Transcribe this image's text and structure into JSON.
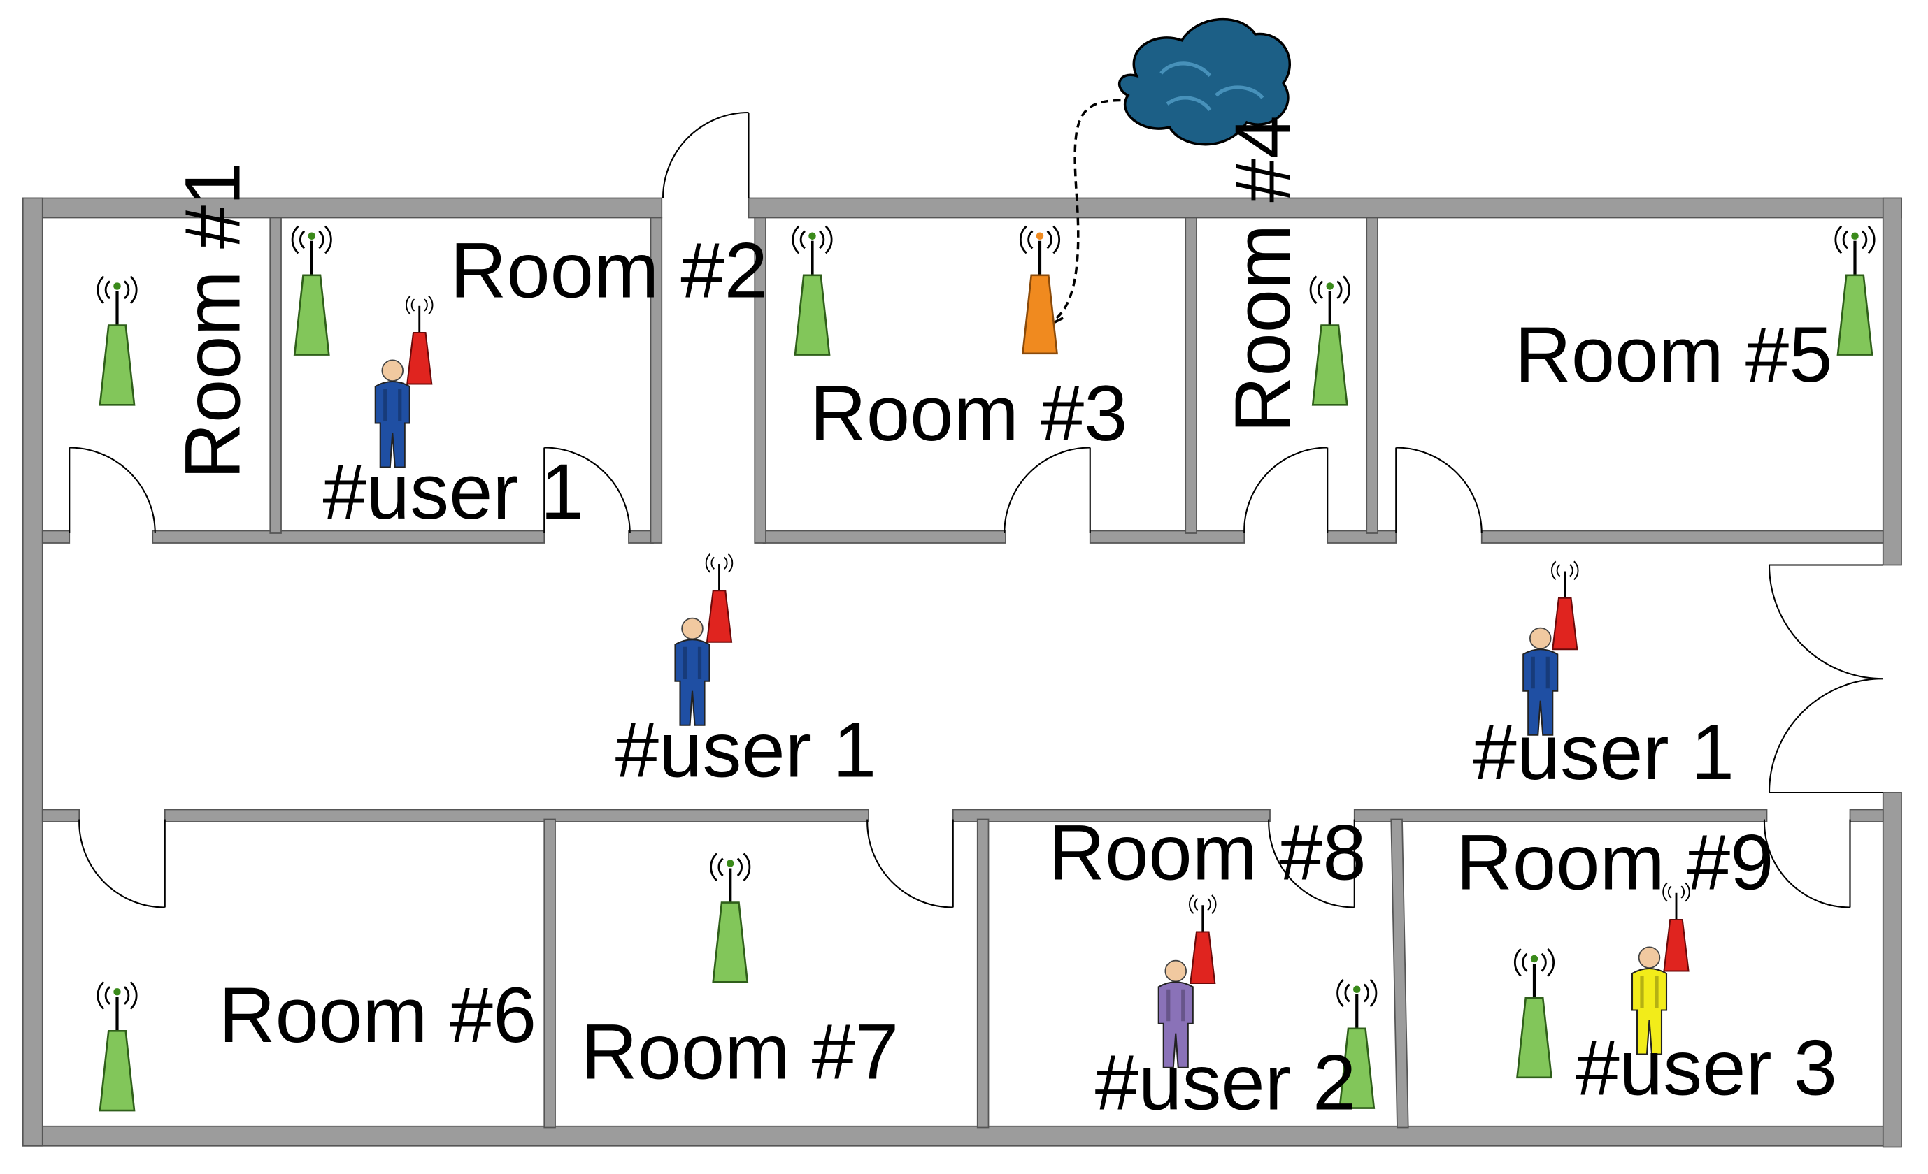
{
  "rooms": [
    {
      "label": "Room #1"
    },
    {
      "label": "Room #2"
    },
    {
      "label": "Room #3"
    },
    {
      "label": "Room #4"
    },
    {
      "label": "Room #5"
    },
    {
      "label": "Room #6"
    },
    {
      "label": "Room #7"
    },
    {
      "label": "Room #8"
    },
    {
      "label": "Room #9"
    }
  ],
  "users": [
    {
      "label": "#user 1",
      "color": "#1f4fa3"
    },
    {
      "label": "#user 1",
      "color": "#1f4fa3"
    },
    {
      "label": "#user 1",
      "color": "#1f4fa3"
    },
    {
      "label": "#user 2",
      "color": "#8a72b8"
    },
    {
      "label": "#user 3",
      "color": "#f2ec1a"
    }
  ],
  "colors": {
    "wall": "#9c9c9c",
    "anchor_green": "#82c65a",
    "tag_red": "#e0241f",
    "gateway_orange": "#f08a1f",
    "cloud": "#1c5f86"
  },
  "icons": [
    "wireless-anchor-icon",
    "wireless-tag-icon",
    "gateway-icon",
    "cloud-icon",
    "person-icon",
    "door-icon"
  ]
}
